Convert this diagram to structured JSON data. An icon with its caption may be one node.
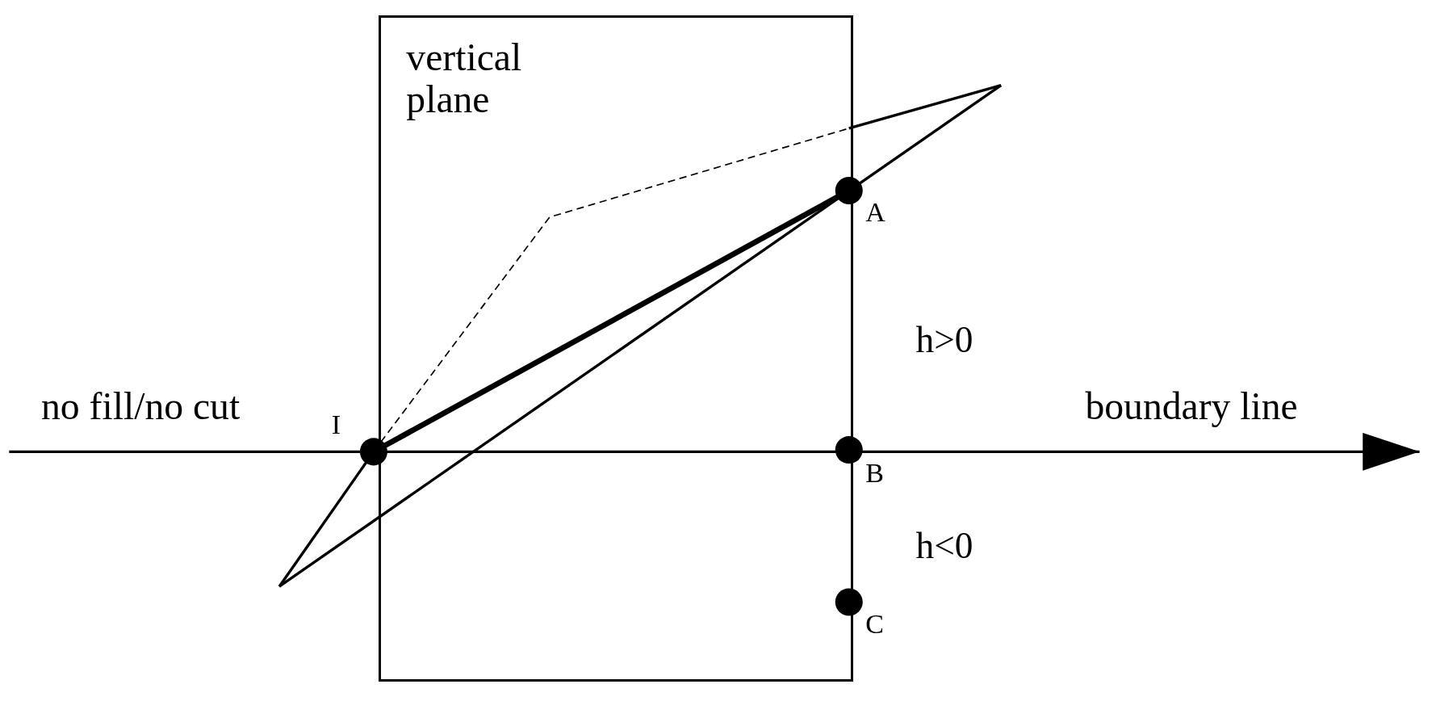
{
  "diagram": {
    "nodes": [
      {
        "text": [
          "vertical plane"
        ]
      }
    ],
    "labels": [
      "A",
      "h>0",
      "no fill/no cut",
      "boundary line",
      "I",
      "B",
      "h<0",
      "C"
    ]
  }
}
